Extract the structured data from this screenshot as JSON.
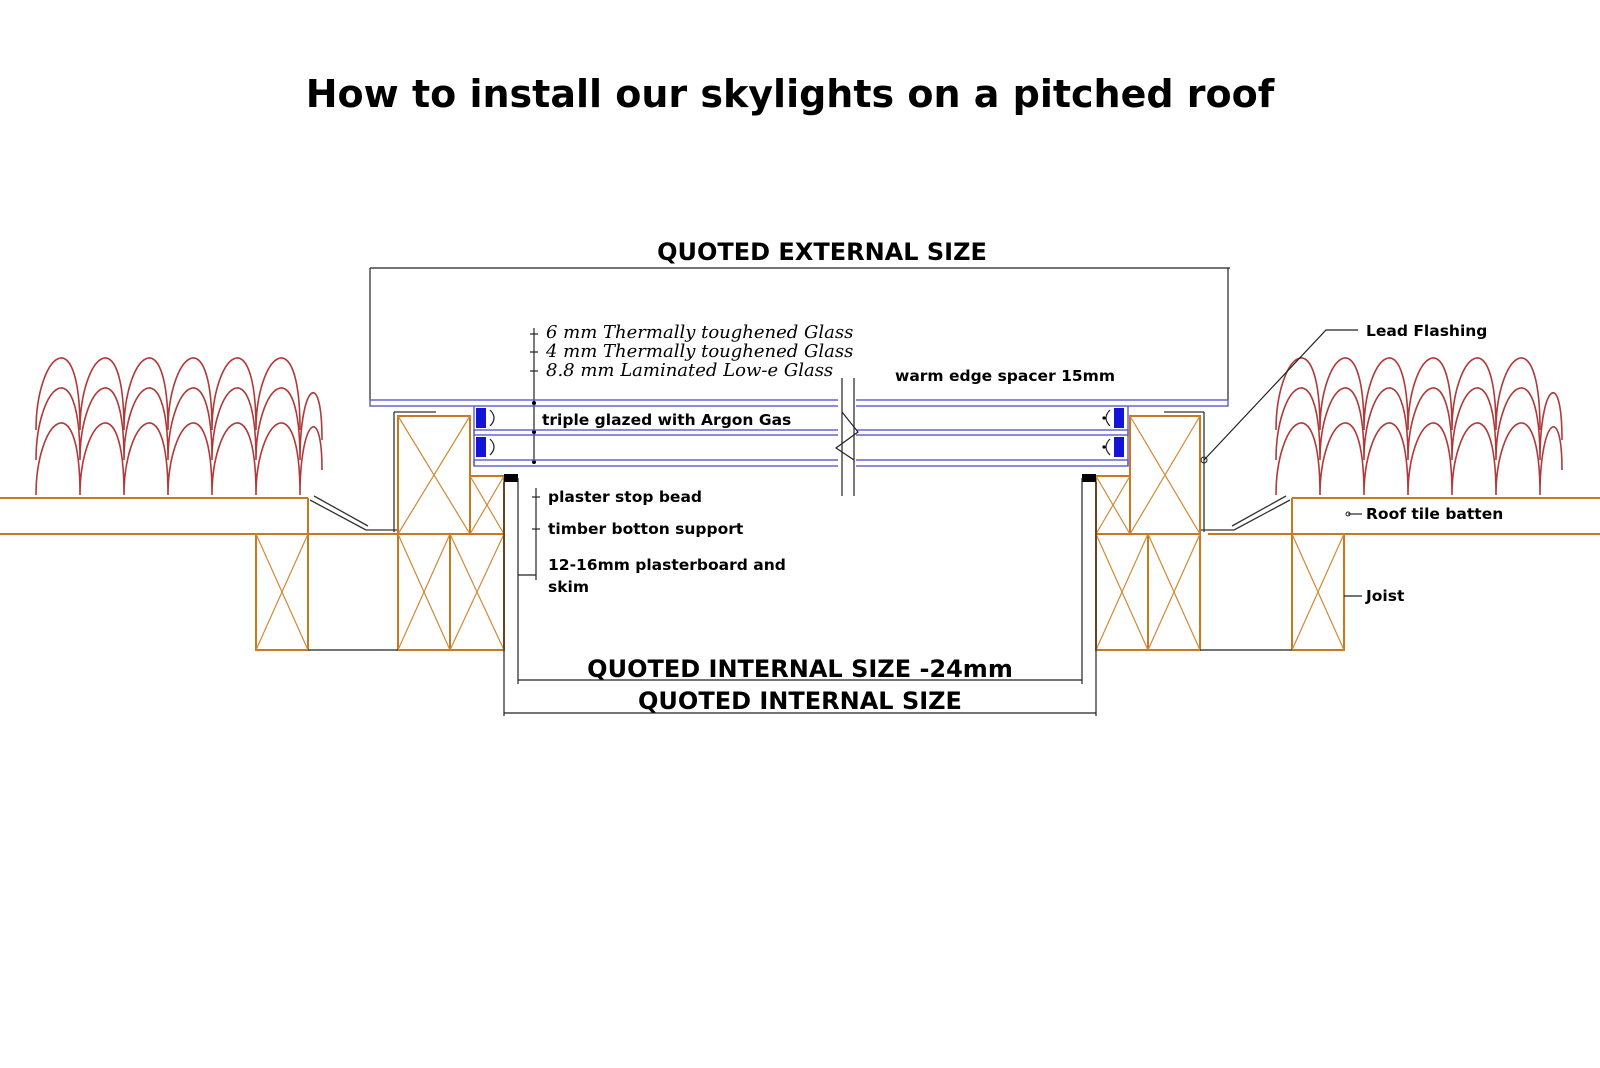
{
  "title": "How to install our skylights on a pitched roof",
  "dimensions": {
    "external": "QUOTED EXTERNAL SIZE",
    "internal_minus": "QUOTED INTERNAL SIZE -24mm",
    "internal": "QUOTED INTERNAL SIZE"
  },
  "glass_layers": [
    "6 mm Thermally toughened Glass",
    "4 mm Thermally toughened Glass",
    "8.8 mm Laminated Low-e Glass"
  ],
  "labels": {
    "spacer": "warm edge spacer 15mm",
    "triple": "triple glazed with Argon Gas",
    "plaster_stop": "plaster stop bead",
    "timber_support": "timber botton support",
    "plasterboard_1": "12-16mm plasterboard and",
    "plasterboard_2": "skim",
    "lead_flashing": "Lead Flashing",
    "roof_batten": "Roof tile batten",
    "joist": "Joist"
  },
  "colors": {
    "timber": "#c8781e",
    "tile": "#b03a3a",
    "glass": "#5a5ad0",
    "spacer": "#1414d8",
    "line": "#222222"
  }
}
